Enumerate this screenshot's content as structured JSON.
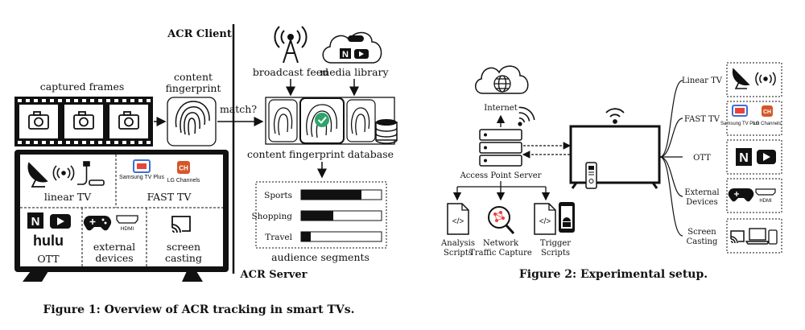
{
  "figure1": {
    "acr_client_label": "ACR Client",
    "acr_server_label": "ACR Server",
    "captured_frames_label": "captured frames",
    "content_fingerprint_label_line1": "content",
    "content_fingerprint_label_line2": "fingerprint",
    "match_label": "match?",
    "broadcast_feed_label": "broadcast feed",
    "media_library_label": "media library",
    "fingerprint_db_label": "content fingerprint database",
    "tv_cells": {
      "linear_tv": "linear TV",
      "fast_tv": "FAST TV",
      "samsung_tv_plus": "Samsung TV Plus",
      "lg_channels": "LG Channels",
      "ott": "OTT",
      "hulu": "hulu",
      "external_devices_line1": "external",
      "external_devices_line2": "devices",
      "screen_casting_line1": "screen",
      "screen_casting_line2": "casting",
      "hdmi": "HDMI"
    },
    "audience_segments_label": "audience segments",
    "segments": [
      {
        "label": "Sports",
        "value": 0.75
      },
      {
        "label": "Shopping",
        "value": 0.4
      },
      {
        "label": "Travel",
        "value": 0.12
      }
    ],
    "caption": "Figure 1: Overview of ACR tracking in smart TVs."
  },
  "figure2": {
    "internet_label": "Internet",
    "access_point_label": "Access Point Server",
    "analysis_scripts_line1": "Analysis",
    "analysis_scripts_line2": "Scripts",
    "network_capture_line1": "Network",
    "network_capture_line2": "Traffic Capture",
    "trigger_scripts_line1": "Trigger",
    "trigger_scripts_line2": "Scripts",
    "inputs": [
      {
        "label_line1": "Linear TV",
        "label_line2": ""
      },
      {
        "label_line1": "FAST TV",
        "label_line2": ""
      },
      {
        "label_line1": "OTT",
        "label_line2": ""
      },
      {
        "label_line1": "External",
        "label_line2": "Devices"
      },
      {
        "label_line1": "Screen",
        "label_line2": "Casting"
      }
    ],
    "samsung_tv_plus": "Samsung TV Plus",
    "lg_channels": "LG Channels",
    "hdmi": "HDMI",
    "caption": "Figure 2: Experimental setup."
  }
}
